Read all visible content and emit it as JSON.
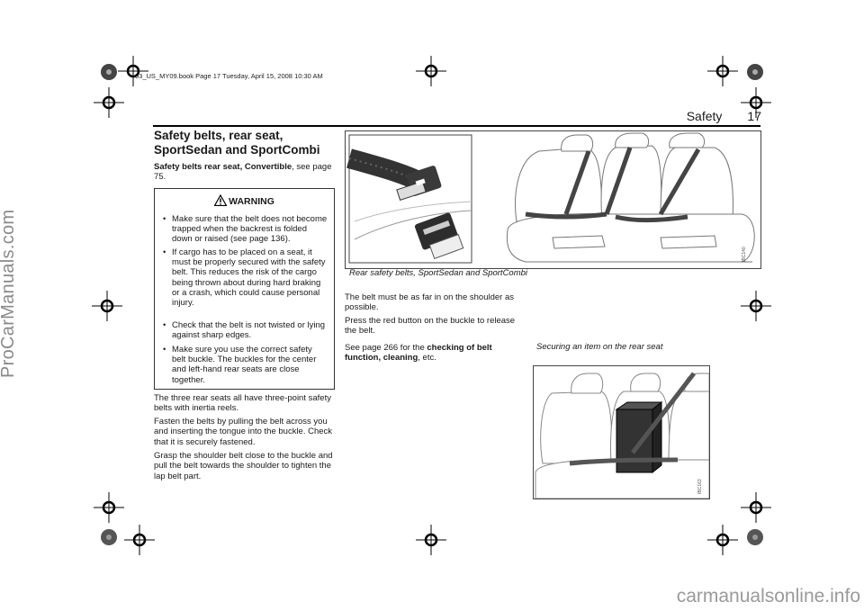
{
  "file_info": "93_US_MY09.book  Page 17  Tuesday, April 15, 2008  10:30 AM",
  "header": {
    "section": "Safety",
    "page_number": "17"
  },
  "title": "Safety belts, rear seat, SportSedan and SportCombi",
  "convertible_ref": {
    "bold": "Safety belts rear seat, Convertible",
    "rest": ", see page 75."
  },
  "warning": {
    "heading": "WARNING",
    "items": [
      "Make sure that the belt does not become trapped when the backrest is folded down or raised (see page 136).",
      "If cargo has to be placed on a seat, it must be properly secured with the safety belt. This reduces the risk of the cargo being thrown about during hard braking or a crash, which could cause personal injury.",
      "Check that the belt is not twisted or lying against sharp edges.",
      "Make sure you use the correct safety belt buckle. The buckles for the center and left-hand rear seats are close together."
    ]
  },
  "left_paragraphs": [
    "The three rear seats all have three-point safety belts with inertia reels.",
    "Fasten the belts by pulling the belt across you and inserting the tongue into the buckle. Check that it is securely fastened.",
    "Grasp the shoulder belt close to the buckle and pull the belt towards the shoulder to tighten the lap belt part."
  ],
  "figure1": {
    "caption": "Rear safety belts, SportSedan and SportCombi",
    "code": "IBC140"
  },
  "middle_paragraphs": [
    "The belt must be as far in on the shoulder as possible.",
    "Press the red button on the buckle to release the belt."
  ],
  "see_page": {
    "prefix": "See page 266 for the ",
    "bold": "checking of belt function, cleaning",
    "suffix": ", etc."
  },
  "figure2": {
    "caption": "Securing an item on the rear seat",
    "code": "IBC163"
  },
  "watermark_side": "ProCarManuals.com",
  "watermark_bottom": "carmanualsonline.info"
}
